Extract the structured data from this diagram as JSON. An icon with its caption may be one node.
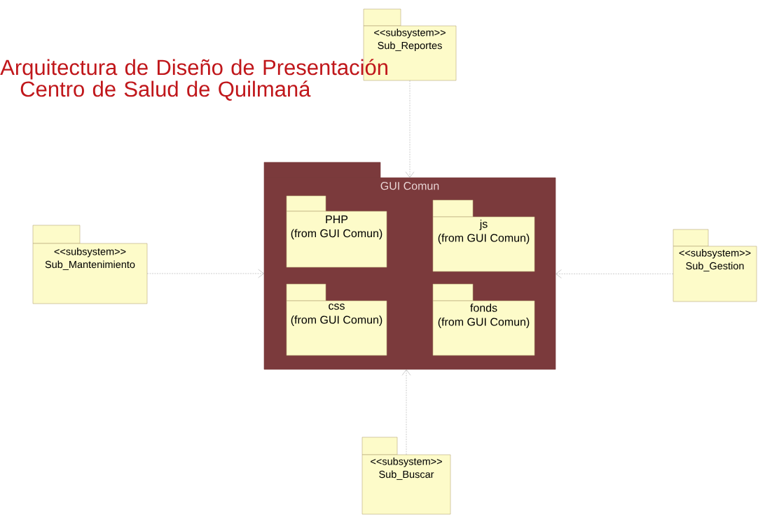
{
  "diagram": {
    "title": "Arquitectura de Diseño de Presentación Centro de Salud de Quilmaná",
    "nodes": [
      {
        "text": [
          "<<subsystem>>",
          "Sub_Reportes"
        ]
      },
      {
        "text": [
          "GUI Comun"
        ]
      },
      {
        "text": [
          "PHP",
          "(from GUI Comun)"
        ],
        "in": 1
      },
      {
        "text": [
          "js",
          "(from GUI Comun)"
        ],
        "in": 1
      },
      {
        "text": [
          "css",
          "(from GUI Comun)"
        ],
        "in": 1
      },
      {
        "text": [
          "fonds",
          "(from GUI Comun)"
        ],
        "in": 1
      },
      {
        "text": [
          "<<subsystem>>",
          "Sub_Mantenimiento"
        ]
      },
      {
        "text": [
          "<<subsystem>>",
          "Sub_Gestion"
        ]
      },
      {
        "text": [
          "<<subsystem>>",
          "Sub_Buscar"
        ]
      }
    ],
    "edges": [
      {
        "from": 0,
        "to": 1,
        "arrow": "to",
        "style": "dashed"
      },
      {
        "from": 6,
        "to": 1,
        "arrow": "to",
        "style": "dashed"
      },
      {
        "from": 7,
        "to": 1,
        "arrow": "to",
        "style": "dashed"
      },
      {
        "from": 8,
        "to": 1,
        "arrow": "to",
        "style": "dashed"
      }
    ]
  }
}
